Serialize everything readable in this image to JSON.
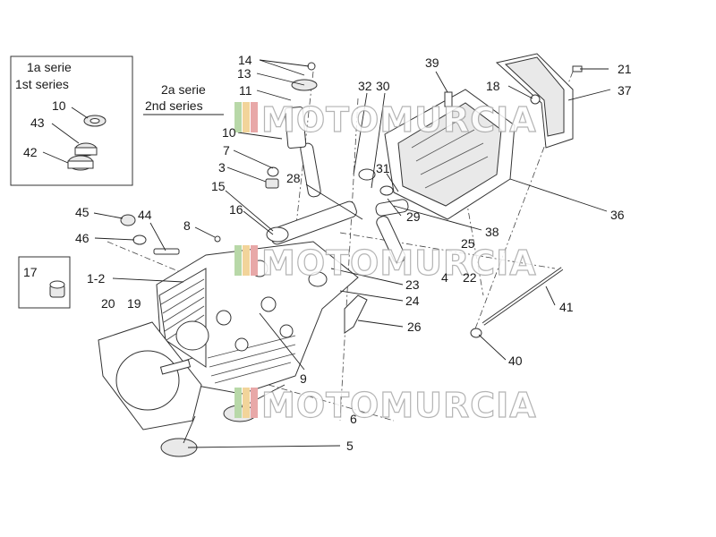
{
  "inset_1": {
    "line1": "1a serie",
    "line2": "1st series"
  },
  "inset_2": {
    "line1": "2a serie",
    "line2": "2nd series"
  },
  "watermark": "MOTOMURCIA",
  "callouts": [
    {
      "id": "c14",
      "text": "14"
    },
    {
      "id": "c13",
      "text": "13"
    },
    {
      "id": "c11",
      "text": "11"
    },
    {
      "id": "c10a",
      "text": "10"
    },
    {
      "id": "c43",
      "text": "43"
    },
    {
      "id": "c42",
      "text": "42"
    },
    {
      "id": "c10b",
      "text": "10"
    },
    {
      "id": "c7",
      "text": "7"
    },
    {
      "id": "c3",
      "text": "3"
    },
    {
      "id": "c15",
      "text": "15"
    },
    {
      "id": "c16",
      "text": "16"
    },
    {
      "id": "c8",
      "text": "8"
    },
    {
      "id": "c45",
      "text": "45"
    },
    {
      "id": "c44",
      "text": "44"
    },
    {
      "id": "c46",
      "text": "46"
    },
    {
      "id": "c17",
      "text": "17"
    },
    {
      "id": "c12",
      "text": "1-2"
    },
    {
      "id": "c20",
      "text": "20"
    },
    {
      "id": "c19",
      "text": "19"
    },
    {
      "id": "c28",
      "text": "28"
    },
    {
      "id": "c32",
      "text": "32"
    },
    {
      "id": "c30",
      "text": "30"
    },
    {
      "id": "c39",
      "text": "39"
    },
    {
      "id": "c18",
      "text": "18"
    },
    {
      "id": "c21",
      "text": "21"
    },
    {
      "id": "c37",
      "text": "37"
    },
    {
      "id": "c31",
      "text": "31"
    },
    {
      "id": "c29",
      "text": "29"
    },
    {
      "id": "c36",
      "text": "36"
    },
    {
      "id": "c38",
      "text": "38"
    },
    {
      "id": "c25",
      "text": "25"
    },
    {
      "id": "c22",
      "text": "22"
    },
    {
      "id": "c4",
      "text": "4"
    },
    {
      "id": "c23",
      "text": "23"
    },
    {
      "id": "c24",
      "text": "24"
    },
    {
      "id": "c26",
      "text": "26"
    },
    {
      "id": "c41",
      "text": "41"
    },
    {
      "id": "c40",
      "text": "40"
    },
    {
      "id": "c9",
      "text": "9"
    },
    {
      "id": "c6",
      "text": "6"
    },
    {
      "id": "c5",
      "text": "5"
    }
  ]
}
